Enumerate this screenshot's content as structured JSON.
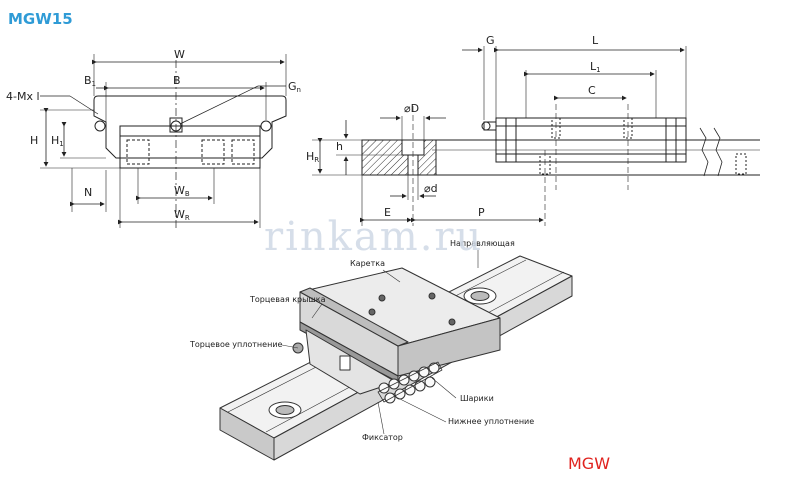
{
  "title": "MGW15",
  "model_label": "MGW",
  "watermark": "rinkam.ru",
  "front_view": {
    "W": "W",
    "B1": "B",
    "B1_sub": "1",
    "B": "B",
    "Gn": "G",
    "Gn_sub": "n",
    "M": "4-Mx l",
    "H": "H",
    "H1": "H",
    "H1_sub": "1",
    "N": "N",
    "WB": "W",
    "WB_sub": "B",
    "WR": "W",
    "WR_sub": "R"
  },
  "side_view": {
    "G": "G",
    "L": "L",
    "L1": "L",
    "L1_sub": "1",
    "C": "C",
    "D": "⌀D",
    "d": "⌀d",
    "HR": "H",
    "HR_sub": "R",
    "h": "h",
    "E": "E",
    "P": "P"
  },
  "callouts": {
    "rail": "Направляющая",
    "carriage": "Каретка",
    "end_cap": "Торцевая крышка",
    "end_seal": "Торцевое уплотнение",
    "balls": "Шарики",
    "bottom_seal": "Нижнее уплотнение",
    "retainer": "Фиксатор"
  }
}
